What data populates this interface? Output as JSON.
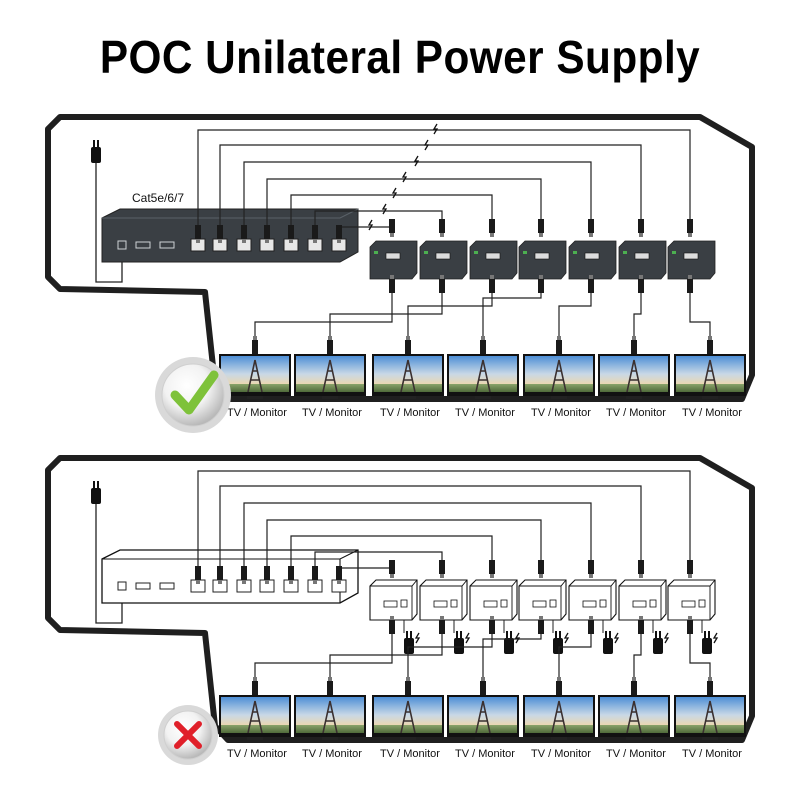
{
  "title": "POC Unilateral Power Supply",
  "cable_label": "Cat5e/6/7",
  "display_label": "TV / Monitor",
  "display_count": 7,
  "receiver_count": 7,
  "panels": [
    {
      "id": "correct",
      "status_icon": "check-mark-icon",
      "status_color": "#7ec23a",
      "receiver_power": "none",
      "switch_style": "dark"
    },
    {
      "id": "incorrect",
      "status_icon": "x-mark-icon",
      "status_color": "#e0202a",
      "receiver_power": "external-adapter",
      "switch_style": "outline"
    }
  ],
  "colors": {
    "panel_border": "#1f1f1f",
    "dark_device": "#3a3f44",
    "cable": "#222222"
  }
}
